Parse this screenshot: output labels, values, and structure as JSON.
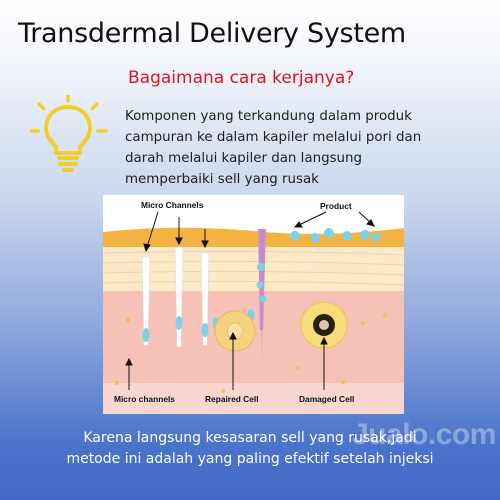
{
  "header": {
    "title": "Transdermal Delivery System",
    "subtitle": "Bagaimana cara kerjanya?"
  },
  "description": {
    "lines": [
      "Komponen yang terkandung dalam produk",
      "campuran ke dalam kapiler melalui pori dan",
      "darah melalui kapiler dan langsung",
      "memperbaiki sell yang rusak"
    ]
  },
  "diagram": {
    "labels": {
      "micro_channels_top": "Micro Channels",
      "product": "Product",
      "micro_channels_bottom": "Micro channels",
      "repaired_cell": "Repaired Cell",
      "damaged_cell": "Damaged Cell"
    }
  },
  "footer": {
    "lines": [
      "Karena langsung kesasaran sell yang rusak,jadi",
      "metode ini adalah yang paling efektif setelah injeksi"
    ]
  },
  "watermark": {
    "text": "Jualo.com"
  },
  "icons": {
    "idea": "lightbulb-icon"
  },
  "colors": {
    "accent_red": "#e0141e",
    "droplet": "#7fd0e4",
    "skin_top": "#f3b23a",
    "bulb": "#f2d43a"
  }
}
